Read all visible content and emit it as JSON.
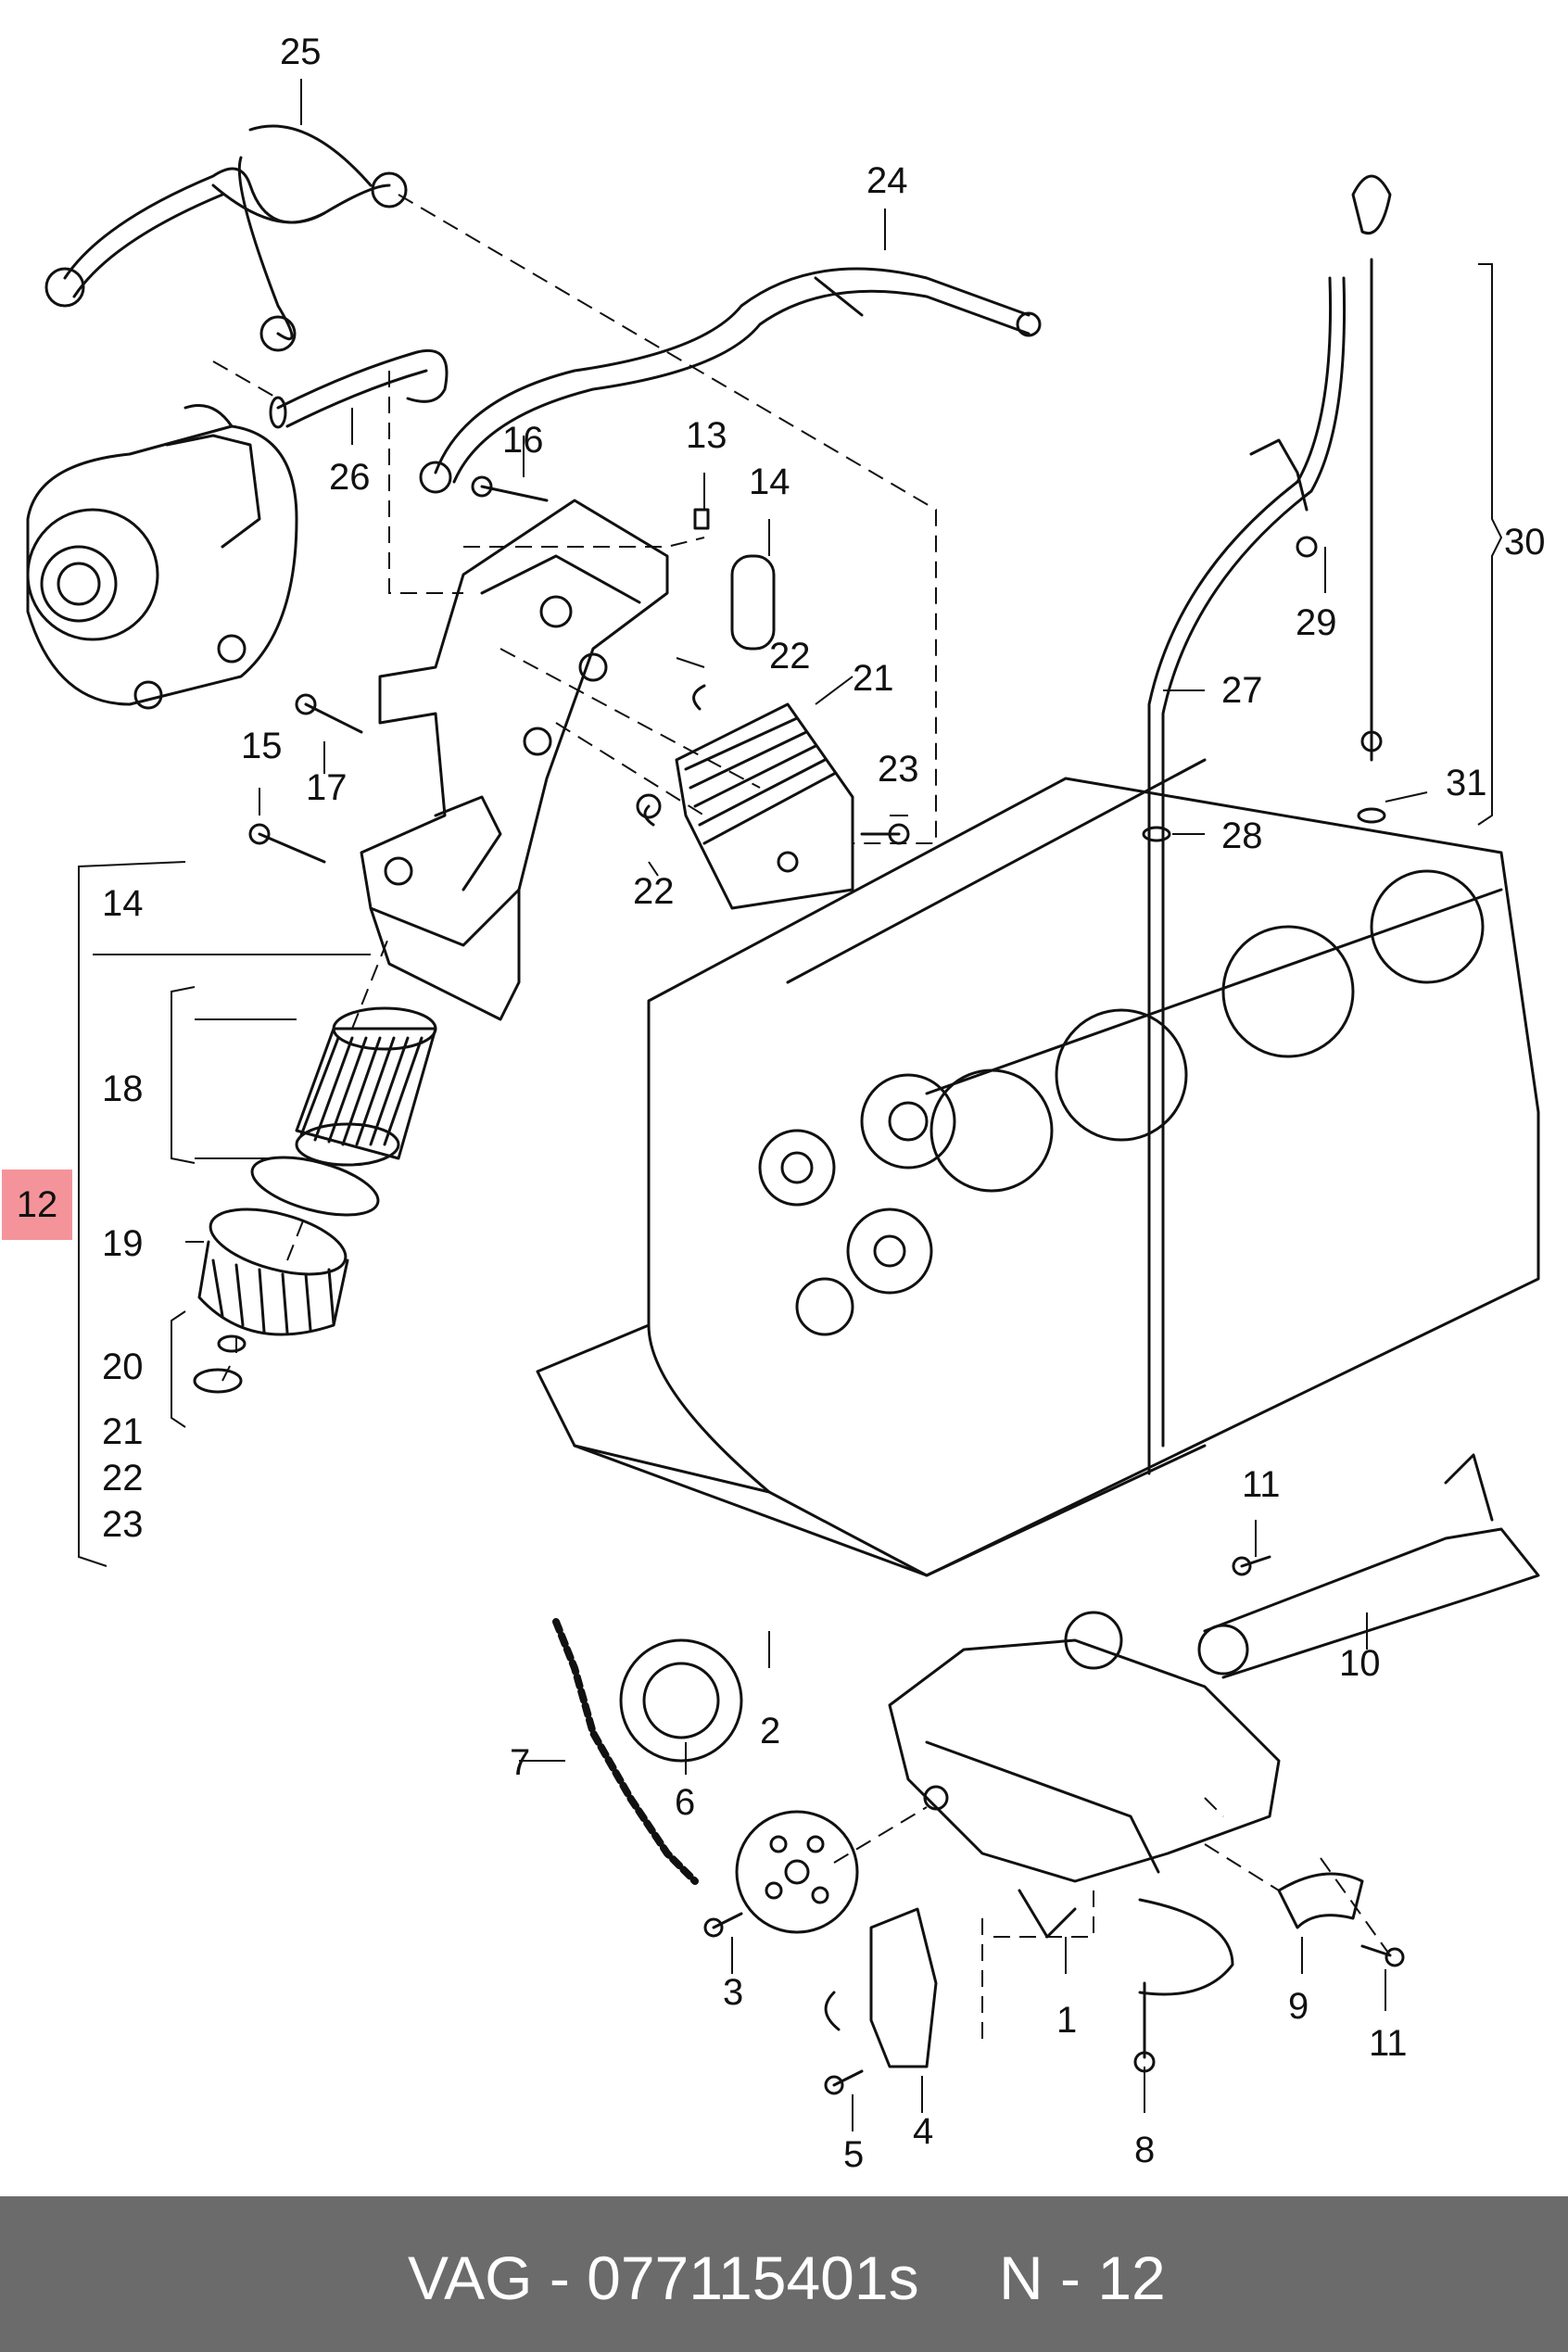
{
  "callouts": {
    "c1": "1",
    "c2": "2",
    "c3": "3",
    "c4": "4",
    "c5": "5",
    "c6": "6",
    "c7": "7",
    "c8": "8",
    "c9": "9",
    "c10": "10",
    "c11a": "11",
    "c11b": "11",
    "c12": "12",
    "c13": "13",
    "c14a": "14",
    "c14b": "14",
    "c15": "15",
    "c16": "16",
    "c17": "17",
    "c18": "18",
    "c19": "19",
    "c20": "20",
    "c21a": "21",
    "c21b": "21",
    "c22a": "22",
    "c22b": "22",
    "c22c": "22",
    "c23a": "23",
    "c23b": "23",
    "c24": "24",
    "c25": "25",
    "c26": "26",
    "c27": "27",
    "c28": "28",
    "c29": "29",
    "c30": "30",
    "c31": "31"
  },
  "footer": {
    "brand": "VAG - 077115401s",
    "page": "N - 12"
  },
  "colors": {
    "highlight": "#f4949a",
    "footer_bg": "#6b6b6b",
    "line": "#111111"
  }
}
